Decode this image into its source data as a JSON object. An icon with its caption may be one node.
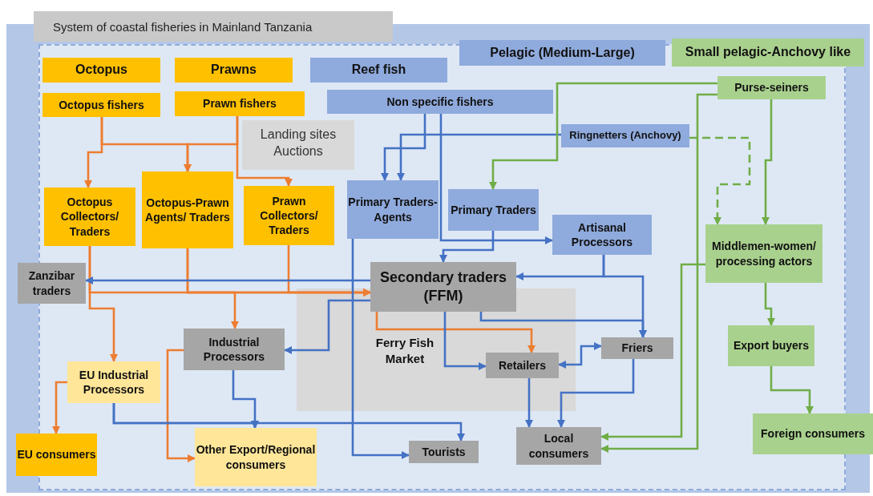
{
  "diagram": {
    "title": "System of coastal fisheries in Mainland Tanzania",
    "nodes": [
      {
        "text": [
          "Octopus"
        ]
      },
      {
        "text": [
          "Prawns"
        ]
      },
      {
        "text": [
          "Reef fish"
        ]
      },
      {
        "text": [
          "Pelagic (Medium-Large)"
        ]
      },
      {
        "text": [
          "Small pelagic-Anchovy like"
        ]
      },
      {
        "text": [
          "Octopus fishers"
        ]
      },
      {
        "text": [
          "Prawn fishers"
        ]
      },
      {
        "text": [
          "Non specific fishers"
        ]
      },
      {
        "text": [
          "Purse-seiners"
        ]
      },
      {
        "text": [
          "Landing sites Auctions"
        ]
      },
      {
        "text": [
          "Ringnetters (Anchovy)"
        ]
      },
      {
        "text": [
          "Octopus Collectors/ Traders"
        ]
      },
      {
        "text": [
          "Octopus-Prawn Agents/ Traders"
        ]
      },
      {
        "text": [
          "Prawn Collectors/ Traders"
        ]
      },
      {
        "text": [
          "Primary Traders-Agents"
        ]
      },
      {
        "text": [
          "Primary Traders"
        ]
      },
      {
        "text": [
          "Artisanal Processors"
        ]
      },
      {
        "text": [
          "Middlemen-women/ processing actors"
        ]
      },
      {
        "text": [
          "Zanzibar traders"
        ]
      },
      {
        "text": [
          "Secondary traders (FFM)"
        ]
      },
      {
        "text": [
          "Ferry Fish Market"
        ]
      },
      {
        "text": [
          "Industrial Processors"
        ]
      },
      {
        "text": [
          "Friers"
        ]
      },
      {
        "text": [
          "Retailers"
        ],
        "in": 20
      },
      {
        "text": [
          "Export buyers"
        ]
      },
      {
        "text": [
          "EU Industrial Processors"
        ]
      },
      {
        "text": [
          "EU consumers"
        ]
      },
      {
        "text": [
          "Other Export/Regional consumers"
        ]
      },
      {
        "text": [
          "Tourists"
        ]
      },
      {
        "text": [
          "Local consumers"
        ]
      },
      {
        "text": [
          "Foreign consumers"
        ]
      }
    ],
    "edges": [
      {
        "from": 5,
        "to": 11,
        "arrow": "to",
        "color": "#ed7d31"
      },
      {
        "from": 5,
        "to": 12,
        "arrow": "to",
        "color": "#ed7d31"
      },
      {
        "from": 6,
        "to": 12,
        "arrow": "to",
        "color": "#ed7d31"
      },
      {
        "from": 6,
        "to": 13,
        "arrow": "to",
        "color": "#ed7d31"
      },
      {
        "from": 11,
        "to": 25,
        "arrow": "to",
        "color": "#ed7d31"
      },
      {
        "from": 11,
        "to": 19,
        "arrow": "to",
        "color": "#ed7d31"
      },
      {
        "from": 12,
        "to": 19,
        "arrow": "to",
        "color": "#ed7d31"
      },
      {
        "from": 13,
        "to": 19,
        "arrow": "to",
        "color": "#ed7d31"
      },
      {
        "from": 12,
        "to": 21,
        "arrow": "to",
        "color": "#ed7d31"
      },
      {
        "from": 21,
        "to": 27,
        "arrow": "to",
        "color": "#ed7d31"
      },
      {
        "from": 19,
        "to": 23,
        "arrow": "to",
        "color": "#ed7d31"
      },
      {
        "from": 25,
        "to": 26,
        "arrow": "to",
        "color": "#ed7d31"
      },
      {
        "from": 7,
        "to": 14,
        "arrow": "to"
      },
      {
        "from": 10,
        "to": 14,
        "arrow": "to"
      },
      {
        "from": 7,
        "to": 16,
        "arrow": "to"
      },
      {
        "from": 15,
        "to": 19,
        "arrow": "to"
      },
      {
        "from": 16,
        "to": 19,
        "arrow": "to"
      },
      {
        "from": 16,
        "to": 22,
        "arrow": "to"
      },
      {
        "from": 19,
        "to": 22,
        "arrow": "to"
      },
      {
        "from": 19,
        "to": 18,
        "arrow": "to"
      },
      {
        "from": 19,
        "to": 21,
        "arrow": "to"
      },
      {
        "from": 14,
        "to": 28,
        "arrow": "to"
      },
      {
        "from": 19,
        "to": 23,
        "arrow": "to"
      },
      {
        "from": 22,
        "to": 23,
        "arrow": "both"
      },
      {
        "from": 23,
        "to": 29,
        "arrow": "to"
      },
      {
        "from": 22,
        "to": 29,
        "arrow": "to"
      },
      {
        "from": 21,
        "to": 27,
        "arrow": "to"
      },
      {
        "from": 25,
        "to": 27,
        "arrow": "to"
      },
      {
        "from": 25,
        "to": 28,
        "arrow": "to"
      },
      {
        "from": 8,
        "to": 15,
        "arrow": "to",
        "color": "#70ad47"
      },
      {
        "from": 8,
        "to": 29,
        "arrow": "to",
        "color": "#70ad47"
      },
      {
        "from": 8,
        "to": 17,
        "arrow": "to",
        "color": "#70ad47"
      },
      {
        "from": 10,
        "to": 17,
        "arrow": "to",
        "style": "dashed",
        "color": "#70ad47"
      },
      {
        "from": 17,
        "to": 29,
        "arrow": "to",
        "color": "#70ad47"
      },
      {
        "from": 17,
        "to": 24,
        "arrow": "to",
        "color": "#70ad47"
      },
      {
        "from": 24,
        "to": 30,
        "arrow": "to",
        "color": "#70ad47"
      }
    ]
  }
}
